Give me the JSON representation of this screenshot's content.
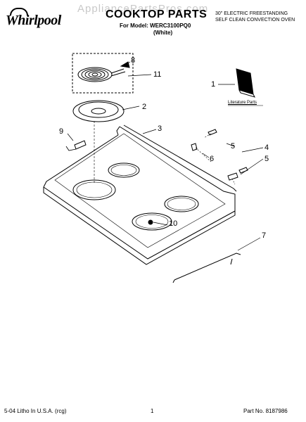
{
  "header": {
    "brand": "Whirlpool",
    "watermark": "AppliancePartsPros.com",
    "title": "COOKTOP PARTS",
    "model_line": "For Model: WERC3100PQ0",
    "color_line": "(White)",
    "description_line1": "30\" ELECTRIC FREESTANDING",
    "description_line2": "SELF CLEAN CONVECTION OVEN"
  },
  "labels": {
    "literature_parts": "Literature Parts"
  },
  "callouts": [
    "1",
    "2",
    "3",
    "4",
    "5",
    "5",
    "6",
    "7",
    "8",
    "9",
    "10",
    "11"
  ],
  "footer": {
    "print_info": "5-04 Litho In U.S.A. (rcg)",
    "page_number": "1",
    "part_number": "Part No. 8187986"
  }
}
